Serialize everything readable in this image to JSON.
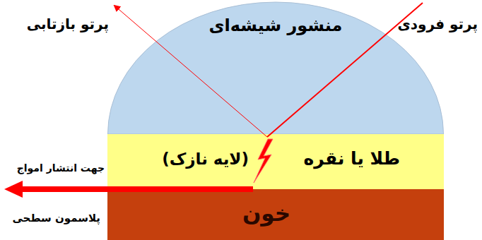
{
  "diagram": {
    "nodes": [
      {
        "text": [
          "منشور شیشه‌ای"
        ]
      },
      {
        "text": [
          "طلا یا نقره",
          "(لایه نازک)"
        ]
      },
      {
        "text": [
          "خون"
        ]
      }
    ],
    "labels": [
      "پرتو بازتابی",
      "پرتو فرودی",
      "جهت انتشار امواج",
      "پلاسمون سطحی"
    ]
  }
}
